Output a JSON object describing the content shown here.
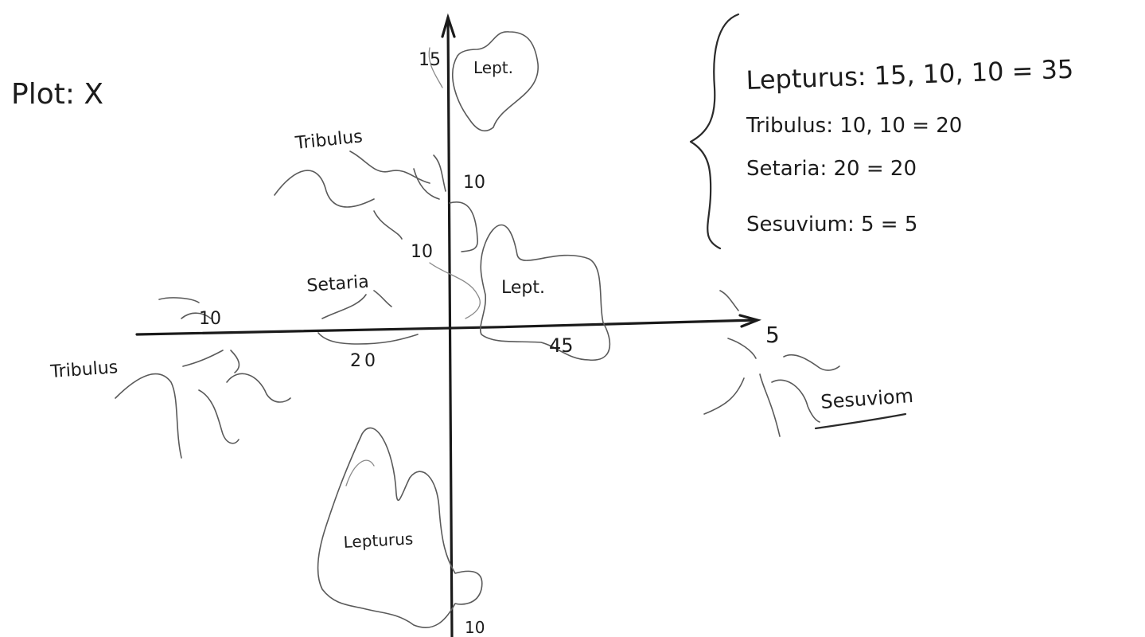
{
  "plot_label": "Plot: X",
  "transect": {
    "up_end_number": "15",
    "up_end_species": "Lept.",
    "up_mid_number": "10",
    "up_left_species": "Tribulus",
    "center_number": "10",
    "center_left_species": "Setaria",
    "center_right_species": "Lept.",
    "left_end_number": "10",
    "left_end_species": "Tribulus",
    "left_mid_number": "20",
    "right_mid_number": "45",
    "right_end_number": "5",
    "right_end_species": "Sesuviom",
    "down_species": "Lepturus",
    "down_end_number": "10"
  },
  "summary": {
    "rows": [
      {
        "text": "Lepturus: 15, 10, 10 = 35"
      },
      {
        "text": "Tribulus: 10, 10 = 20"
      },
      {
        "text": "Setaria: 20 = 20"
      },
      {
        "text": "Sesuvium: 5 = 5"
      }
    ]
  },
  "colors": {
    "ink": "#1c1c1c",
    "paper": "#ffffff"
  }
}
